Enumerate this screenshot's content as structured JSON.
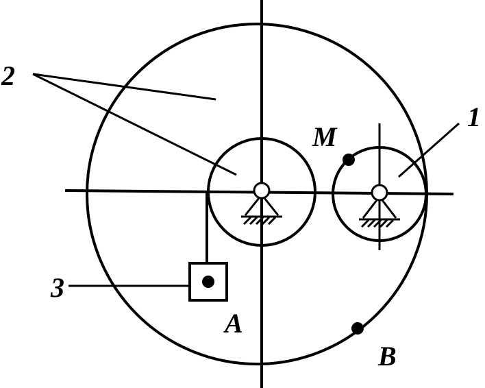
{
  "labels": {
    "wheel_1": "1",
    "parts_2": "2",
    "weight_3": "3",
    "point_m": "M",
    "point_a": "A",
    "point_b": "B"
  },
  "colors": {
    "ink": "#000000",
    "background": "#ffffff"
  }
}
